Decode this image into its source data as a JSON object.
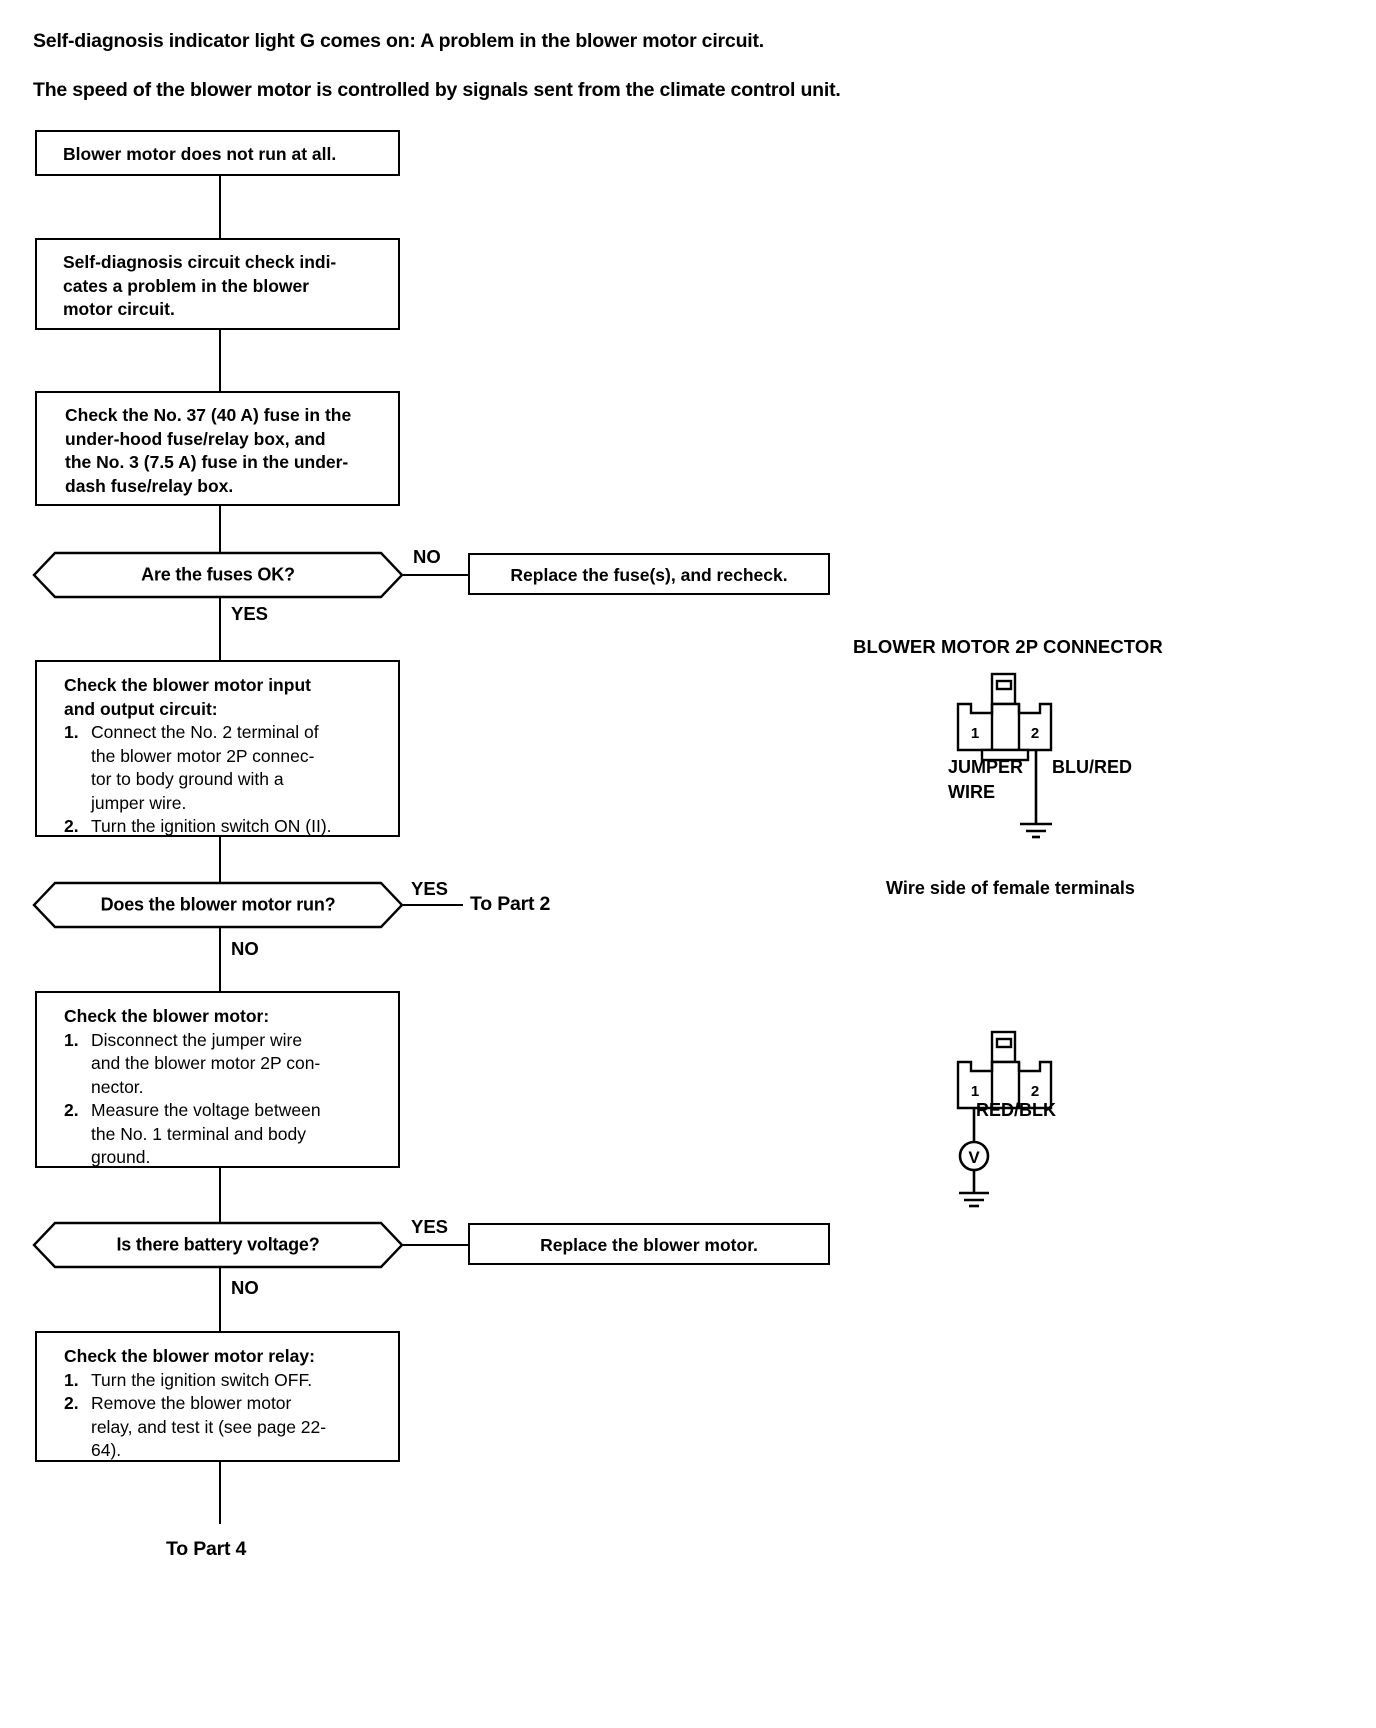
{
  "document": {
    "intro_line_1": "Self-diagnosis indicator light G comes on: A problem in the blower motor circuit.",
    "intro_line_2": "The speed of the blower motor is controlled by signals sent from the climate control unit."
  },
  "flow": {
    "start_box": {
      "text": "Blower motor does not run at all."
    },
    "symptom_box": {
      "line1": "Self-diagnosis circuit check indi-",
      "line2": "cates a problem in the blower",
      "line3": "motor circuit."
    },
    "fuse_check_box": {
      "line1": "Check the No. 37 (40 A) fuse in the",
      "line2": "under-hood fuse/relay box, and",
      "line3": "the No. 3 (7.5 A) fuse in the under-",
      "line4": "dash fuse/relay box."
    },
    "decision_fuses": {
      "question": "Are the fuses OK?",
      "branch_no": "NO",
      "branch_yes": "YES"
    },
    "replace_fuses_box": {
      "text": "Replace the fuse(s), and recheck."
    },
    "input_output_box": {
      "title_line1": "Check the blower motor input",
      "title_line2": "and output circuit:",
      "steps": [
        {
          "num": "1.",
          "line1": "Connect the No. 2 terminal of",
          "line2": "the blower motor 2P connec-",
          "line3": "tor to body ground with a",
          "line4": "jumper wire."
        },
        {
          "num": "2.",
          "line1": "Turn the ignition switch ON (II)."
        }
      ]
    },
    "decision_motor_run": {
      "question": "Does the blower motor run?",
      "branch_yes": "YES",
      "branch_no": "NO",
      "yes_target": "To Part 2"
    },
    "motor_check_box": {
      "title": "Check the blower motor:",
      "steps": [
        {
          "num": "1.",
          "line1": "Disconnect the jumper wire",
          "line2": "and the blower motor 2P con-",
          "line3": "nector."
        },
        {
          "num": "2.",
          "line1": "Measure the voltage between",
          "line2": "the No. 1 terminal and body",
          "line3": "ground."
        }
      ]
    },
    "decision_battery_voltage": {
      "question": "Is there battery voltage?",
      "branch_yes": "YES",
      "branch_no": "NO"
    },
    "replace_motor_box": {
      "text": "Replace the blower motor."
    },
    "relay_check_box": {
      "title": "Check the blower motor relay:",
      "steps": [
        {
          "num": "1.",
          "line1": "Turn the ignition switch OFF."
        },
        {
          "num": "2.",
          "line1": "Remove the blower motor",
          "line2": "relay, and test it (see page 22-",
          "line3": "64)."
        }
      ]
    },
    "end_target": "To  Part 4"
  },
  "diagrams": {
    "connector_title": "BLOWER MOTOR 2P CONNECTOR",
    "terminal_1": "1",
    "terminal_2": "2",
    "top_diagram": {
      "label_left_line1": "JUMPER",
      "label_left_line2": "WIRE",
      "label_right": "BLU/RED"
    },
    "caption": "Wire side of female terminals",
    "bottom_diagram": {
      "wire_label": "RED/BLK",
      "meter_symbol": "V"
    }
  },
  "colors": {
    "ink": "#000000",
    "paper": "#ffffff"
  }
}
